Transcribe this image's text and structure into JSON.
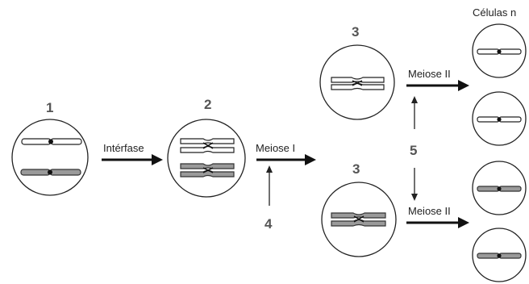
{
  "title": "Células n",
  "stages": {
    "one": "1",
    "two": "2",
    "three_top": "3",
    "three_bottom": "3",
    "four": "4",
    "five": "5"
  },
  "processes": {
    "interphase": "Intérfase",
    "meiosis_one": "Meiose I",
    "meiosis_two_top": "Meiose II",
    "meiosis_two_bottom": "Meiose II"
  },
  "colors": {
    "chromosome_light": "#ffffff",
    "chromosome_dark": "#9a9a9a",
    "outline": "#222222"
  }
}
